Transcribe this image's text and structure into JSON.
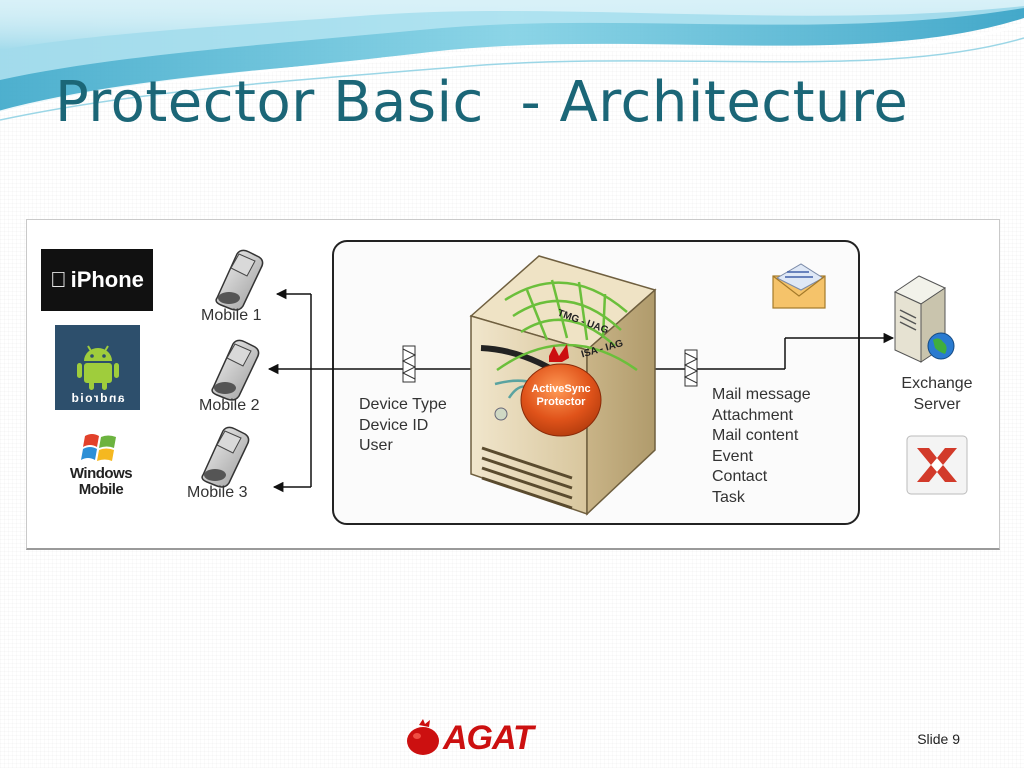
{
  "slide": {
    "title": "Protector Basic  - Architecture",
    "number_label": "Slide 9",
    "brand_name": "AGAT"
  },
  "platforms": {
    "iphone": "iPhone",
    "android": "android",
    "windows_line1": "Windows",
    "windows_line2": "Mobile"
  },
  "devices": [
    "Mobile 1",
    "Mobile 2",
    "Mobile 3"
  ],
  "request_fields": [
    "Device Type",
    "Device ID",
    "User"
  ],
  "server": {
    "label_tmg": "TMG - UAG",
    "label_isa": "ISA - IAG",
    "protector_line1": "ActiveSync",
    "protector_line2": "Protector"
  },
  "mail_items": [
    "Mail message",
    "Attachment",
    "Mail content",
    "Event",
    "Contact",
    "Task"
  ],
  "exchange": {
    "line1": "Exchange",
    "line2": "Server"
  },
  "colors": {
    "title": "#1b6677",
    "accent_red": "#cc1010",
    "protector_orange": "#e0531a",
    "server_tan": "#e6d7b6",
    "mesh_green": "#6bbf3b"
  }
}
